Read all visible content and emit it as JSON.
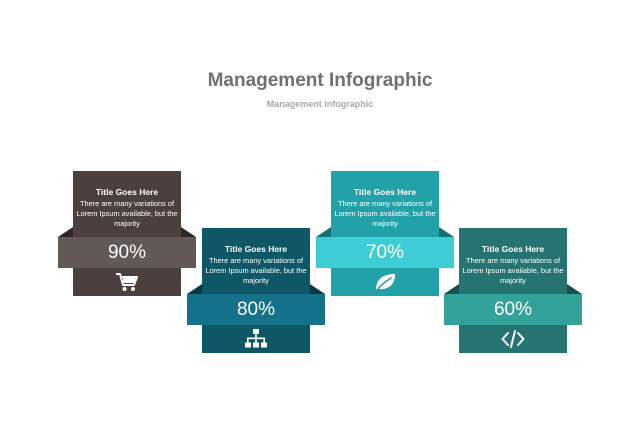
{
  "header": {
    "title": "Management Infographic",
    "subtitle": "Management Infographic"
  },
  "colors": {
    "card1_body": "#4b403d",
    "card1_band": "#625855",
    "card1_fold": "#2f2725",
    "card2_body": "#0e5767",
    "card2_band": "#16718a",
    "card2_fold": "#083a45",
    "card3_body": "#22a1a9",
    "card3_band": "#3dcdd4",
    "card3_fold": "#137077",
    "card4_body": "#267471",
    "card4_band": "#33a39a",
    "card4_fold": "#17504e"
  },
  "cards": [
    {
      "title": "Title Goes Here",
      "description": "There are many variations of Lorem Ipsum available, but the majority",
      "percent": "90%",
      "icon": "shopping-cart-icon"
    },
    {
      "title": "Title Goes Here",
      "description": "There are many variations of Lorem Ipsum available, but the majority",
      "percent": "80%",
      "icon": "sitemap-icon"
    },
    {
      "title": "Title Goes Here",
      "description": "There are many variations of Lorem Ipsum available, but the majority",
      "percent": "70%",
      "icon": "leaf-icon"
    },
    {
      "title": "Title Goes Here",
      "description": "There are many variations of Lorem Ipsum available, but the majority",
      "percent": "60%",
      "icon": "code-icon"
    }
  ]
}
